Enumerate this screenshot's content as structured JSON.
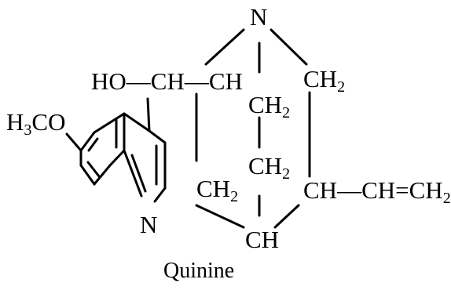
{
  "molecule": {
    "name": "Quinine",
    "ink_color": "#000000",
    "background": "#ffffff",
    "atoms": {
      "n_bridge": {
        "text": "N"
      },
      "methoxy": {
        "main": "H",
        "sub": "3",
        "rest": "CO"
      },
      "hydroxy_chain": {
        "text": "HO—CH—CH"
      },
      "ch2_top_right": {
        "main": "CH",
        "sub": "2"
      },
      "ch2_center_upper": {
        "main": "CH",
        "sub": "2"
      },
      "ch2_center_lower": {
        "main": "CH",
        "sub": "2"
      },
      "ch2_left_lower": {
        "main": "CH",
        "sub": "2"
      },
      "vinyl": {
        "main": "CH—CH",
        "eq": "=",
        "end": "CH",
        "sub": "2"
      },
      "ch_bottom": {
        "text": "CH"
      },
      "n_quinoline": {
        "text": "N"
      }
    }
  }
}
